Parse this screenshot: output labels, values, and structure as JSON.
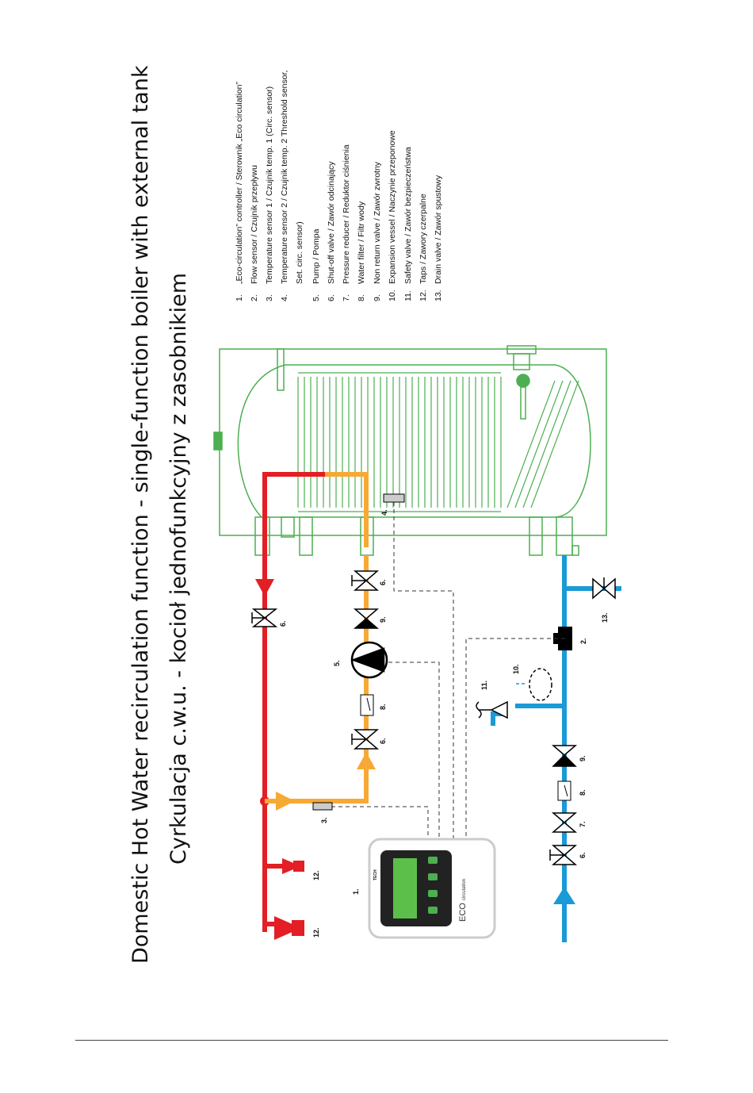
{
  "titles": {
    "line1": "Domestic Hot Water recirculation function -  single-function boiler with external tank",
    "line2": "Cyrkulacja c.w.u. - kocioł jednofunkcyjny z zasobnikiem"
  },
  "legend": [
    {
      "num": "1.",
      "text": "„Eco-circulation” controller / Sterownik „Eco circulation”"
    },
    {
      "num": "2.",
      "text": "Flow sensor / Czujnik przepływu"
    },
    {
      "num": "3.",
      "text": "Temperature sensor 1 / Czujnik temp. 1 (Circ. sensor)"
    },
    {
      "num": "4.",
      "text": "Temperature sensor 2 / Czujnik temp. 2 Threshold sensor,"
    },
    {
      "num": "",
      "text": "Set. circ. sensor)"
    },
    {
      "num": "5.",
      "text": "Pump / Pompa"
    },
    {
      "num": "6.",
      "text": "Shut-off valve  / Zawór odcinający"
    },
    {
      "num": "7.",
      "text": "Pressure reducer / Reduktor ciśnienia"
    },
    {
      "num": "8.",
      "text": "Water filter / Filtr wody"
    },
    {
      "num": "9.",
      "text": "Non return valve / Zawór zwrotny"
    },
    {
      "num": "10.",
      "text": "Expansion vessel / Naczynie  przeponowe"
    },
    {
      "num": "11.",
      "text": "Safety valve / Zawór bezpieczeństwa"
    },
    {
      "num": "12.",
      "text": "Taps / Zawory czerpalne"
    },
    {
      "num": "13.",
      "text": "Drain valve / Zawór spustowy"
    }
  ],
  "labels": {
    "l1": "1.",
    "l2": "2.",
    "l3": "3.",
    "l4": "4.",
    "l5": "5.",
    "l6": "6.",
    "l7": "7.",
    "l8": "8.",
    "l9": "9.",
    "l10": "10.",
    "l11": "11.",
    "l12": "12.",
    "l13": "13."
  },
  "controller": {
    "brand": "TECH",
    "logo": "ECO",
    "logo_sub": "circulation"
  },
  "colors": {
    "hot": "#e31e24",
    "circ": "#f7a935",
    "cold": "#1a9ad7",
    "tank": "#4caf50",
    "dashed": "#333333"
  }
}
